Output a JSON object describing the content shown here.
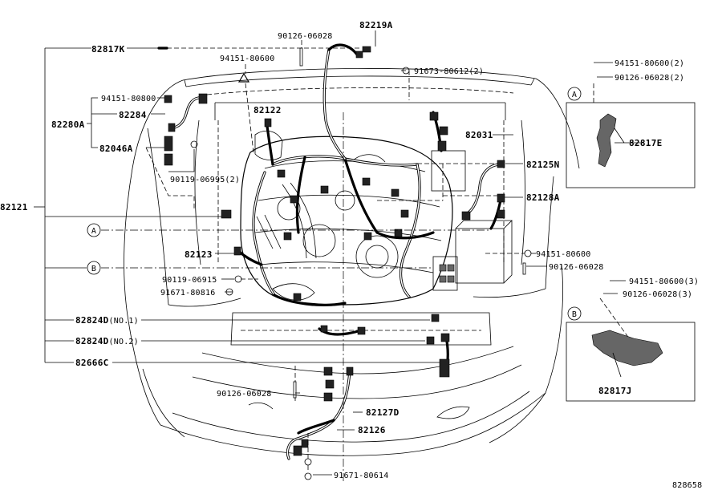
{
  "labels": {
    "p82817K": "82817K",
    "p82219A": "82219A",
    "p90126_top": "90126-06028",
    "p94151_top": "94151-80600",
    "p91673": "91673-80612(2)",
    "p94151_left": "94151-80800",
    "p82284": "82284",
    "p82280A": "82280A",
    "p82046A": "82046A",
    "p82122": "82122",
    "p82031": "82031",
    "p90119_2": "90119-06995(2)",
    "p82125N": "82125N",
    "p82128A": "82128A",
    "p82121": "82121",
    "p82123": "82123",
    "p94151_mid": "94151-80600",
    "p90126_mid": "90126-06028",
    "p90119_06915": "90119-06915",
    "p91671_80816": "91671-80816",
    "p94151_3": "94151-80600(3)",
    "p90126_3": "90126-06028(3)",
    "p82824D_1": "82824D",
    "p82824D_1_note": "(NO.1)",
    "p82824D_2": "82824D",
    "p82824D_2_note": "(NO.2)",
    "p82666C": "82666C",
    "p90126_bottom": "90126-06028",
    "p82127D": "82127D",
    "p82126": "82126",
    "p91671_80614": "91671-80614",
    "p94151_inset_a": "94151-80600(2)",
    "p90126_inset_a": "90126-06028(2)",
    "p82817E": "82817E",
    "p82817J": "82817J",
    "ref_a": "A",
    "ref_b": "B",
    "diagram_code": "828658"
  }
}
